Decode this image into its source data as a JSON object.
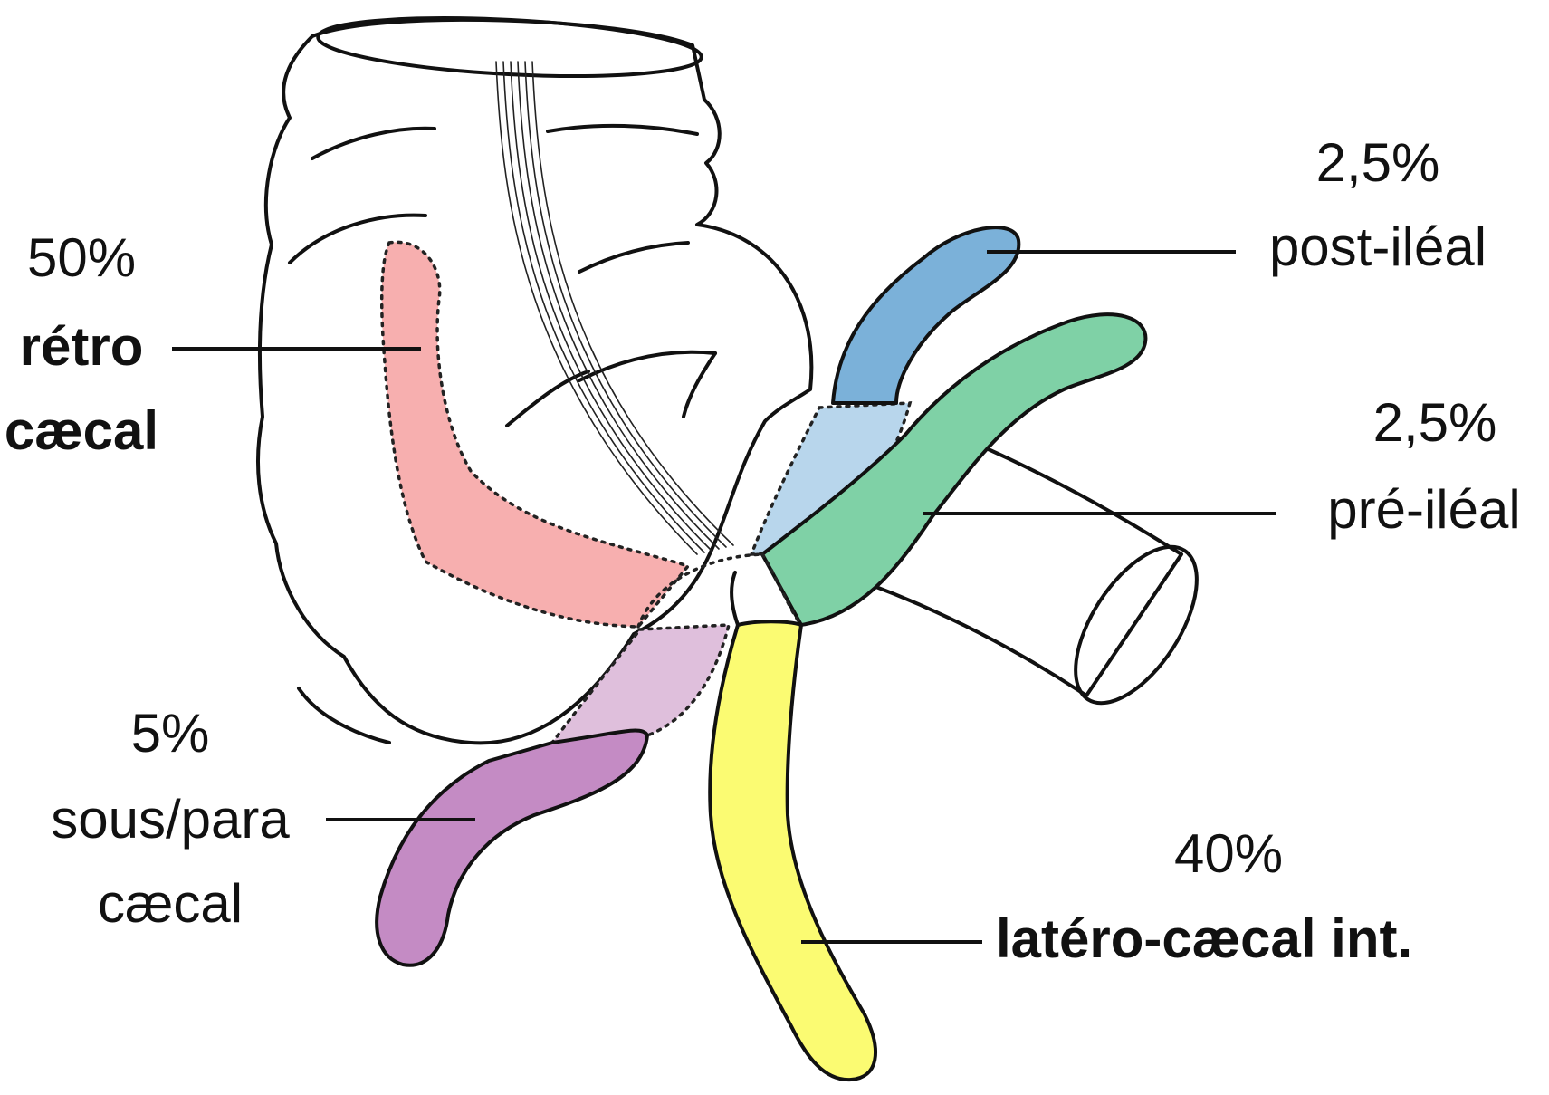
{
  "colors": {
    "retro": "#f7afaf",
    "post": "#7bb1d9",
    "post_inner": "#b8d6ec",
    "pre": "#7fd1a6",
    "sous": "#c48bc4",
    "sous_inner": "#dfbfdc",
    "latero": "#fbfb72",
    "outline": "#111111"
  },
  "labels": {
    "retro": {
      "percent": "50%",
      "line1": "rétro",
      "line2": "cæcal"
    },
    "post": {
      "percent": "2,5%",
      "line1": "post-iléal"
    },
    "pre": {
      "percent": "2,5%",
      "line1": "pré-iléal"
    },
    "sous": {
      "percent": "5%",
      "line1": "sous/para",
      "line2": "cæcal"
    },
    "latero": {
      "percent": "40%",
      "line1": "latéro-cæcal int."
    }
  }
}
